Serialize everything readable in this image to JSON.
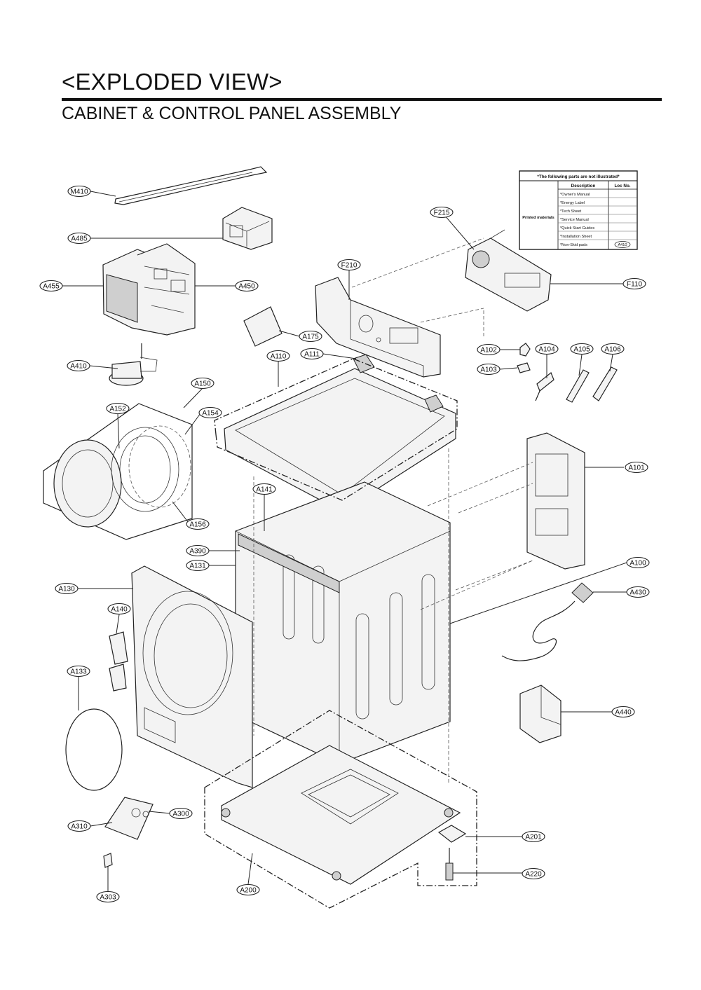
{
  "header": {
    "title": "<EXPLODED VIEW>",
    "subtitle": "CABINET & CONTROL  PANEL ASSEMBLY"
  },
  "notes_table": {
    "heading": "*The following parts are not illustrated*",
    "col_description": "Description",
    "col_loc": "Loc No.",
    "group_label": "Printed materials",
    "rows": [
      {
        "desc": "*Owner's Manual",
        "loc": ""
      },
      {
        "desc": "*Energy Label",
        "loc": ""
      },
      {
        "desc": "*Tech Sheet",
        "loc": ""
      },
      {
        "desc": "*Service Manual",
        "loc": ""
      },
      {
        "desc": "*Quick Start Guides",
        "loc": ""
      },
      {
        "desc": "*Installation Sheet",
        "loc": ""
      },
      {
        "desc": "*Non-Skid pads",
        "loc": "A410"
      }
    ]
  },
  "callouts": [
    {
      "id": "M410"
    },
    {
      "id": "A485"
    },
    {
      "id": "A455"
    },
    {
      "id": "A450"
    },
    {
      "id": "F215"
    },
    {
      "id": "F210"
    },
    {
      "id": "F110"
    },
    {
      "id": "A175"
    },
    {
      "id": "A111"
    },
    {
      "id": "A110"
    },
    {
      "id": "A102"
    },
    {
      "id": "A103"
    },
    {
      "id": "A104"
    },
    {
      "id": "A105"
    },
    {
      "id": "A106"
    },
    {
      "id": "A410"
    },
    {
      "id": "A150"
    },
    {
      "id": "A152"
    },
    {
      "id": "A154"
    },
    {
      "id": "A156"
    },
    {
      "id": "A101"
    },
    {
      "id": "A141"
    },
    {
      "id": "A390"
    },
    {
      "id": "A131"
    },
    {
      "id": "A100"
    },
    {
      "id": "A130"
    },
    {
      "id": "A430"
    },
    {
      "id": "A140"
    },
    {
      "id": "A133"
    },
    {
      "id": "A440"
    },
    {
      "id": "A310"
    },
    {
      "id": "A300"
    },
    {
      "id": "A201"
    },
    {
      "id": "A220"
    },
    {
      "id": "A303"
    },
    {
      "id": "A200"
    }
  ]
}
